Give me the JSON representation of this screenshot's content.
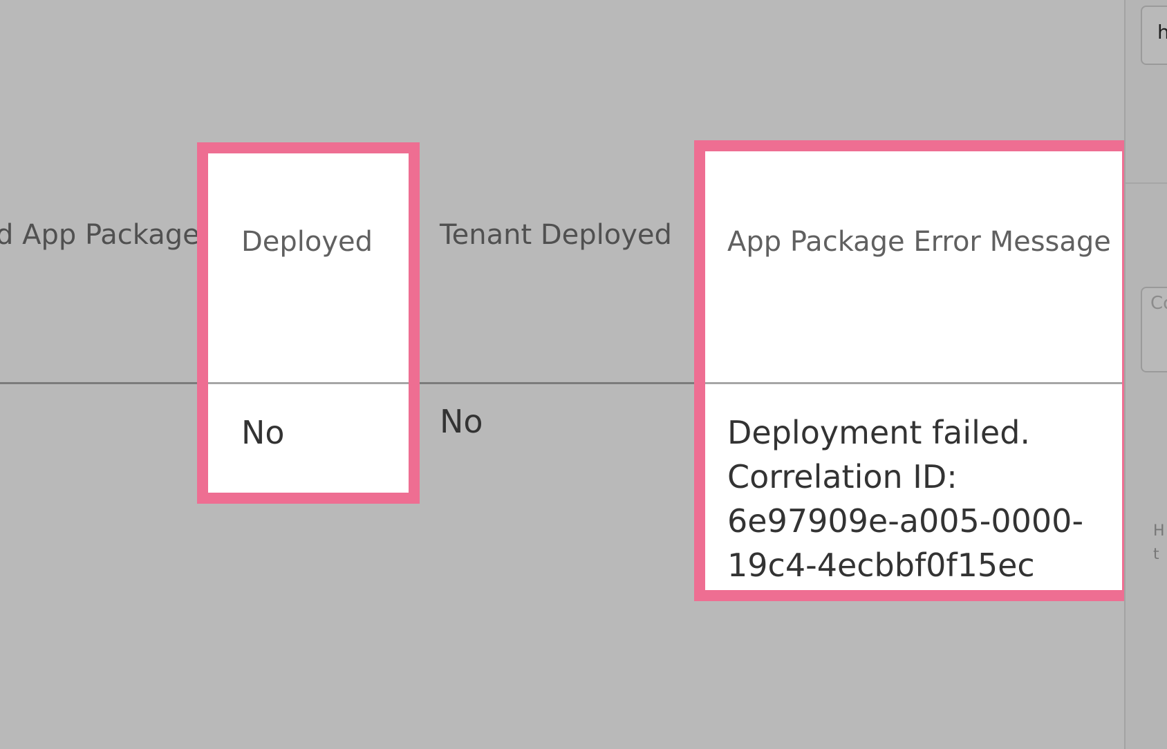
{
  "table": {
    "headers": {
      "app_package": "d App Package",
      "deployed": "Deployed",
      "tenant_deployed": "Tenant Deployed",
      "error_message": "App Package Error Message"
    },
    "row": {
      "deployed": "No",
      "tenant_deployed": "No",
      "error_message": "Deployment failed. Correlation ID: 6e97909e-a005-0000-19c4-4ecbbf0f15ec"
    }
  },
  "right_panel": {
    "url_value": "ht",
    "comment_placeholder": "Co",
    "help_text": "H\nt"
  },
  "colors": {
    "highlight": "#ee6e92",
    "overlay": "#b9b9b9"
  }
}
